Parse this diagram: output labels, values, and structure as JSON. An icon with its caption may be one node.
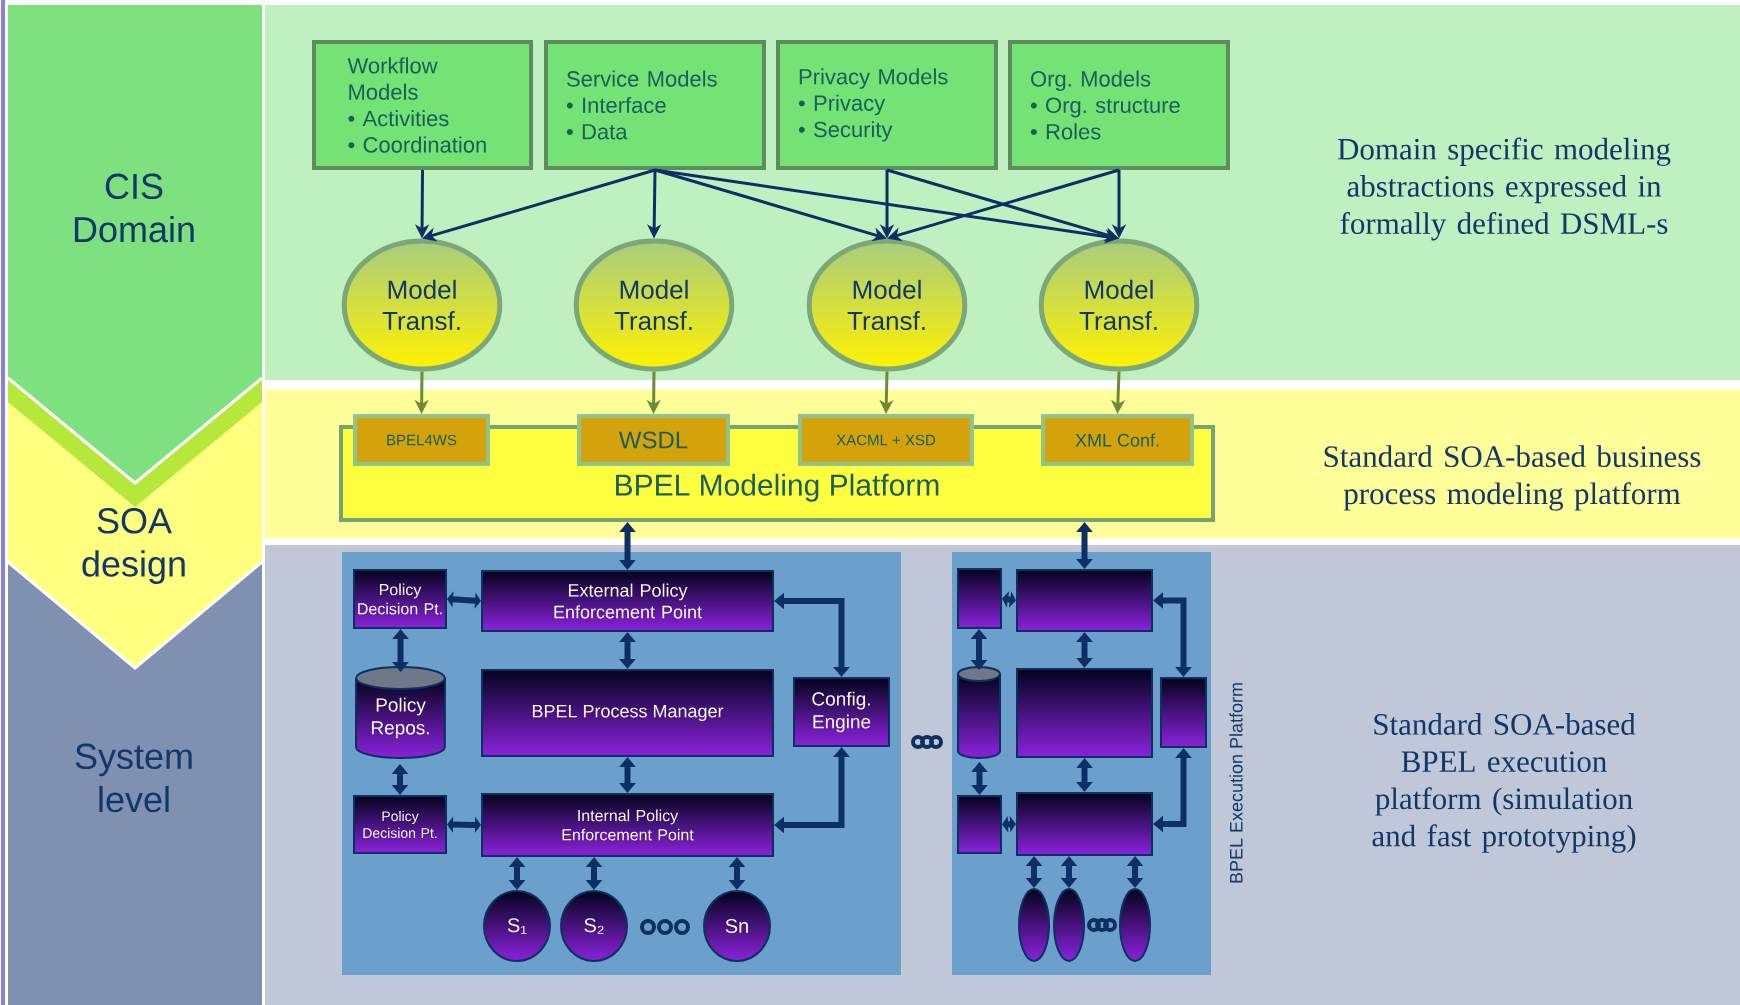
{
  "diagram": {
    "nodes": [
      {
        "text": [
          "CIS Domain"
        ]
      },
      {
        "text": [
          "SOA design"
        ]
      },
      {
        "text": [
          "System level"
        ]
      },
      {
        "text": [
          "Workflow Models",
          "• Activities",
          "• Coordination"
        ]
      },
      {
        "text": [
          "Service Models",
          "• Interface",
          "• Data"
        ]
      },
      {
        "text": [
          "Privacy Models",
          "• Privacy",
          "• Security"
        ]
      },
      {
        "text": [
          "Org. Models",
          "• Org. structure",
          "• Roles"
        ]
      },
      {
        "text": [
          "Model Transf."
        ]
      },
      {
        "text": [
          "Model Transf."
        ]
      },
      {
        "text": [
          "Model Transf."
        ]
      },
      {
        "text": [
          "Model Transf."
        ]
      },
      {
        "text": [
          "BPEL Modeling Platform"
        ]
      },
      {
        "text": [
          "BPEL4WS"
        ],
        "in": 11
      },
      {
        "text": [
          "WSDL"
        ],
        "in": 11
      },
      {
        "text": [
          "XACML + XSD"
        ],
        "in": 11
      },
      {
        "text": [
          "XML Conf."
        ],
        "in": 11
      },
      {
        "text": [],
        "shape": "box"
      },
      {
        "text": [
          "Policy Decision Pt."
        ],
        "in": 16
      },
      {
        "text": [
          "External Policy Enforcement Point"
        ],
        "in": 16
      },
      {
        "text": [
          "Policy Repos."
        ],
        "in": 16
      },
      {
        "text": [
          "BPEL Process Manager"
        ],
        "in": 16
      },
      {
        "text": [
          "Config. Engine"
        ],
        "in": 16
      },
      {
        "text": [
          "Policy Decision Pt."
        ],
        "in": 16
      },
      {
        "text": [
          "Internal Policy Enforcement Point"
        ],
        "in": 16
      },
      {
        "text": [
          "S₁"
        ],
        "in": 16
      },
      {
        "text": [
          "S₂"
        ],
        "in": 16
      },
      {
        "text": [
          "Sn"
        ],
        "in": 16
      },
      {
        "text": [],
        "shape": "box",
        "beside": [
          "BPEL Execution Platform"
        ]
      },
      {
        "text": [],
        "shape": "box",
        "in": 27
      },
      {
        "text": [],
        "shape": "box",
        "in": 27
      },
      {
        "text": [],
        "shape": "cylinder",
        "in": 27
      },
      {
        "text": [],
        "shape": "box",
        "in": 27
      },
      {
        "text": [],
        "shape": "box",
        "in": 27
      },
      {
        "text": [],
        "shape": "box",
        "in": 27
      },
      {
        "text": [],
        "shape": "box",
        "in": 27
      },
      {
        "text": [],
        "shape": "ellipse",
        "in": 27
      },
      {
        "text": [],
        "shape": "ellipse",
        "in": 27
      },
      {
        "text": [],
        "shape": "ellipse",
        "in": 27
      }
    ],
    "edges": [
      {
        "from": 3,
        "to": 7,
        "arrow": "to"
      },
      {
        "from": 4,
        "to": 7,
        "arrow": "to"
      },
      {
        "from": 4,
        "to": 8,
        "arrow": "to"
      },
      {
        "from": 4,
        "to": 9,
        "arrow": "to"
      },
      {
        "from": 4,
        "to": 10,
        "arrow": "to"
      },
      {
        "from": 5,
        "to": 9,
        "arrow": "to"
      },
      {
        "from": 5,
        "to": 10,
        "arrow": "to"
      },
      {
        "from": 6,
        "to": 9,
        "arrow": "to"
      },
      {
        "from": 6,
        "to": 10,
        "arrow": "to"
      },
      {
        "from": 7,
        "to": 12,
        "arrow": "to",
        "color": "#6f8a3a"
      },
      {
        "from": 8,
        "to": 13,
        "arrow": "to",
        "color": "#6f8a3a"
      },
      {
        "from": 9,
        "to": 14,
        "arrow": "to",
        "color": "#6f8a3a"
      },
      {
        "from": 10,
        "to": 15,
        "arrow": "to",
        "color": "#6f8a3a"
      },
      {
        "from": 11,
        "to": 18,
        "arrow": "both"
      },
      {
        "from": 11,
        "to": 29,
        "arrow": "both"
      },
      {
        "from": 17,
        "to": 18,
        "arrow": "both"
      },
      {
        "from": 17,
        "to": 19,
        "arrow": "both"
      },
      {
        "from": 19,
        "to": 22,
        "arrow": "both"
      },
      {
        "from": 18,
        "to": 20,
        "arrow": "both"
      },
      {
        "from": 20,
        "to": 23,
        "arrow": "both"
      },
      {
        "from": 22,
        "to": 23,
        "arrow": "both"
      },
      {
        "from": 21,
        "to": 18,
        "arrow": "both"
      },
      {
        "from": 21,
        "to": 23,
        "arrow": "both"
      },
      {
        "from": 23,
        "to": 24,
        "arrow": "both"
      },
      {
        "from": 23,
        "to": 25,
        "arrow": "both"
      },
      {
        "from": 23,
        "to": 26,
        "arrow": "both"
      },
      {
        "from": 28,
        "to": 29,
        "arrow": "both"
      },
      {
        "from": 28,
        "to": 30,
        "arrow": "both"
      },
      {
        "from": 30,
        "to": 33,
        "arrow": "both"
      },
      {
        "from": 29,
        "to": 31,
        "arrow": "both"
      },
      {
        "from": 31,
        "to": 34,
        "arrow": "both"
      },
      {
        "from": 33,
        "to": 34,
        "arrow": "both"
      },
      {
        "from": 32,
        "to": 29,
        "arrow": "both"
      },
      {
        "from": 32,
        "to": 34,
        "arrow": "both"
      },
      {
        "from": 34,
        "to": 35,
        "arrow": "both"
      },
      {
        "from": 34,
        "to": 36,
        "arrow": "both"
      },
      {
        "from": 34,
        "to": 37,
        "arrow": "both"
      }
    ],
    "labels": [
      "Domain specific modeling abstractions expressed in formally defined DSML-s",
      "Standard SOA-based business process modeling platform",
      "Standard SOA-based BPEL execution platform (simulation and fast prototyping)"
    ]
  }
}
